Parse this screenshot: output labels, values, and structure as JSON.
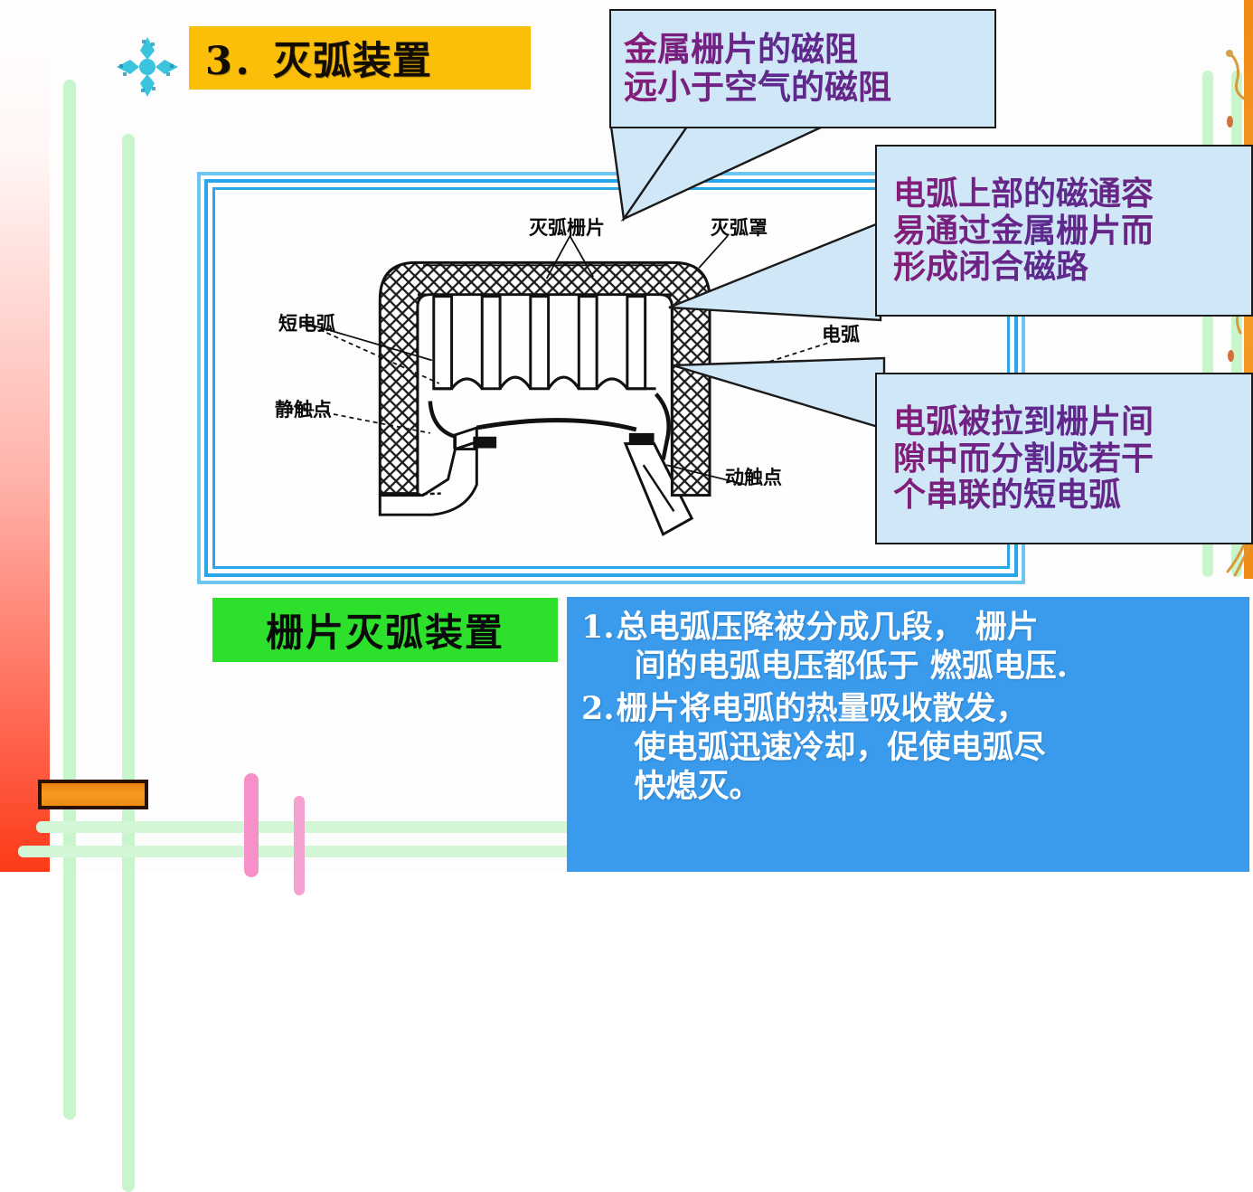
{
  "slide": {
    "title": {
      "number": "3．",
      "text": "灭弧装置",
      "full": "3．灭弧装置",
      "bg_color": "#fcbf09",
      "bullet_icon": "flower-cross-icon"
    },
    "diagram": {
      "caption": "栅片灭弧装置",
      "caption_bg_color": "#2ce02c",
      "frame_color": "#2aa7e8",
      "labels": {
        "grid_plates": "灭弧栅片",
        "arc_cover": "灭弧罩",
        "short_arc": "短电弧",
        "arc": "电弧",
        "static_contact": "静触点",
        "moving_contact": "动触点"
      }
    },
    "callouts": [
      {
        "id": "callout-1",
        "lines": [
          "金属栅片的磁阻",
          "远小于空气的磁阻"
        ],
        "bg_color": "#cfe7f7",
        "text_color": "#7b186b"
      },
      {
        "id": "callout-2",
        "lines": [
          "电弧上部的磁通容",
          "易通过金属栅片而",
          "形成闭合磁路"
        ],
        "bg_color": "#cfe7f7",
        "text_color": "#7b186b"
      },
      {
        "id": "callout-3",
        "lines": [
          "电弧被拉到栅片间",
          "隙中而分割成若干",
          "个串联的短电弧"
        ],
        "bg_color": "#cfe7f7",
        "text_color": "#7b186b"
      }
    ],
    "summary_panel": {
      "bg_color": "#3a9bed",
      "items": [
        {
          "number": "1.",
          "line1": "总电弧压降被分成几段， 栅片",
          "line2": "间的电弧电压都低于 燃弧电压."
        },
        {
          "number": "2.",
          "line1": "栅片将电弧的热量吸收散发，",
          "line2": "使电弧迅速冷却，促使电弧尽",
          "line3": "快熄灭。"
        }
      ]
    },
    "decor": {
      "red_band_color": "#fc3a18",
      "green_bar_color": "#c8f5cc",
      "orange_bar_color": "#ef8a12",
      "pink_bar_color": "#f78fc8"
    }
  }
}
